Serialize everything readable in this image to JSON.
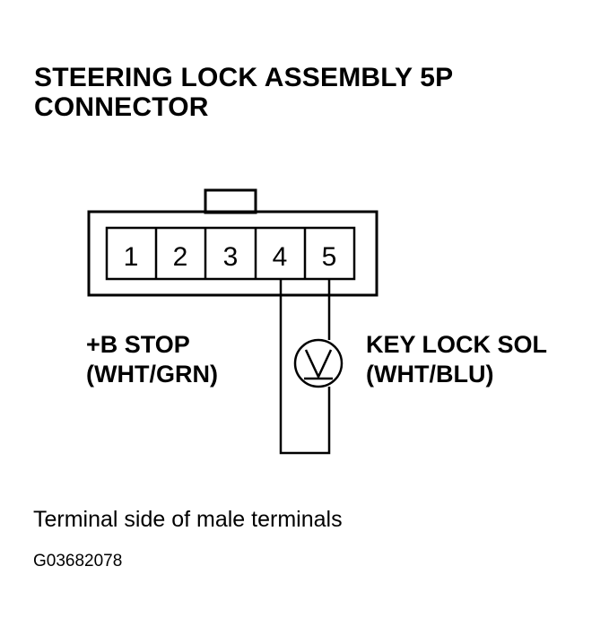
{
  "title": {
    "line1": "STEERING LOCK ASSEMBLY 5P",
    "line2": "CONNECTOR"
  },
  "connector": {
    "pins": [
      "1",
      "2",
      "3",
      "4",
      "5"
    ]
  },
  "left_label": {
    "line1": "+B STOP",
    "line2": "(WHT/GRN)"
  },
  "right_label": {
    "line1": "KEY LOCK SOL",
    "line2": "(WHT/BLU)"
  },
  "caption": "Terminal side of male terminals",
  "figure_code": "G03682078",
  "icons": {
    "solenoid": "solenoid-symbol-icon"
  }
}
